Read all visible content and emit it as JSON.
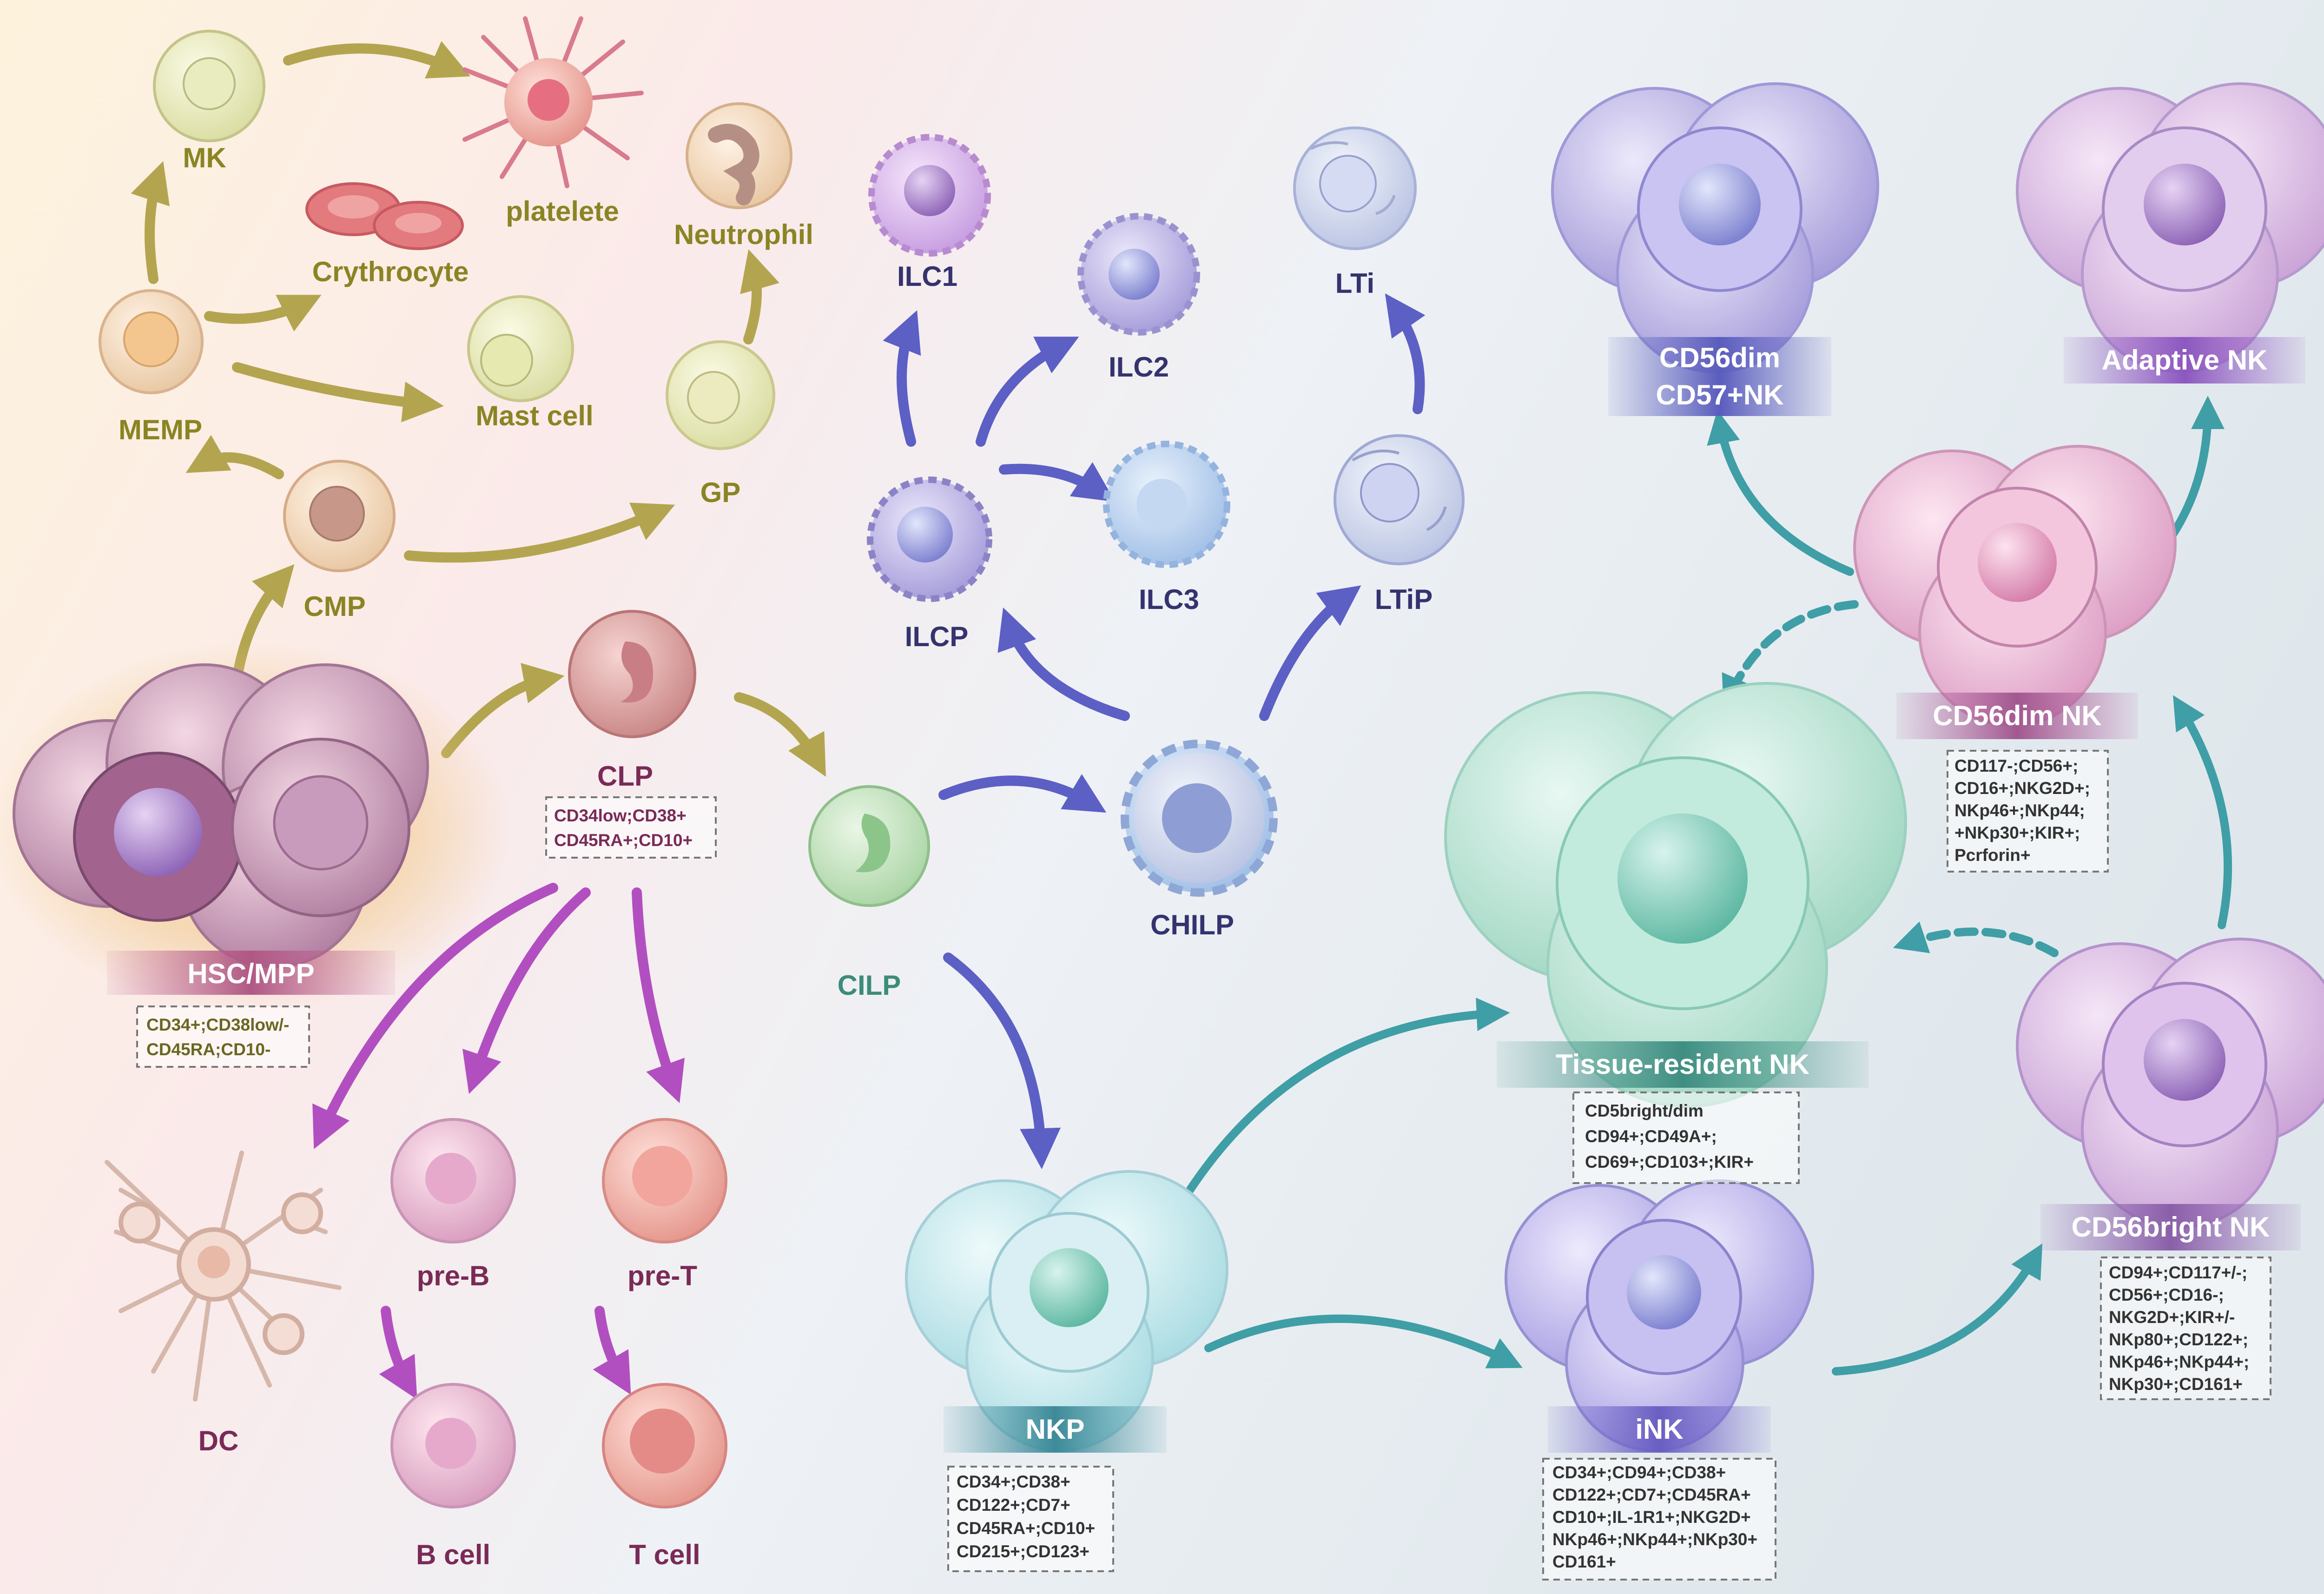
{
  "colors": {
    "myeloid_label": "#8a8424",
    "myeloid_arrow": "#b3a54f",
    "lymphoid_label": "#7a2a57",
    "lymphoid_arrow": "#b24fc0",
    "ilc_label": "#34336f",
    "ilc_arrow": "#5c5fc4",
    "nk_arrow": "#3f9ea6",
    "cilp_label": "#3c8c7a",
    "marker_text": "#333333"
  },
  "nodes": {
    "mk": "MK",
    "platelete": "platelete",
    "crythrocyte": "Crythrocyte",
    "neutrophil": "Neutrophil",
    "memp": "MEMP",
    "mast_cell": "Mast cell",
    "gp": "GP",
    "cmp": "CMP",
    "hsc": "HSC/MPP",
    "clp": "CLP",
    "cilp": "CILP",
    "chilp": "CHILP",
    "ilcp": "ILCP",
    "ilc1": "ILC1",
    "ilc2": "ILC2",
    "ilc3": "ILC3",
    "lti": "LTi",
    "ltip": "LTiP",
    "dc": "DC",
    "pre_b": "pre-B",
    "pre_t": "pre-T",
    "b_cell": "B cell",
    "t_cell": "T cell",
    "nkp": "NKP",
    "ink": "iNK",
    "trnk": "Tissue-resident NK",
    "cd56dim57_line1": "CD56dim",
    "cd56dim57_line2": "CD57+NK",
    "adaptive_nk": "Adaptive NK",
    "cd56dim_nk": "CD56dim NK",
    "cd56bright_nk": "CD56bright NK"
  },
  "markers": {
    "clp": [
      "CD34low;CD38+",
      "CD45RA+;CD10+"
    ],
    "hsc": [
      "CD34+;CD38low/-",
      "CD45RA;CD10-"
    ],
    "nkp": [
      "CD34+;CD38+",
      "CD122+;CD7+",
      "CD45RA+;CD10+",
      "CD215+;CD123+"
    ],
    "ink": [
      "CD34+;CD94+;CD38+",
      "CD122+;CD7+;CD45RA+",
      "CD10+;IL-1R1+;NKG2D+",
      "NKp46+;NKp44+;NKp30+",
      "CD161+"
    ],
    "trnk": [
      "CD5bright/dim",
      "CD94+;CD49A+;",
      "CD69+;CD103+;KIR+"
    ],
    "cd56dim": [
      "CD117-;CD56+;",
      "CD16+;NKG2D+;",
      "NKp46+;NKp44;",
      "+NKp30+;KIR+;",
      "Pcrforin+"
    ],
    "cd56bright": [
      "CD94+;CD117+/-;",
      "CD56+;CD16-;",
      "NKG2D+;KIR+/-",
      "NKp80+;CD122+;",
      "NKp46+;NKp44+;",
      "NKp30+;CD161+"
    ]
  }
}
